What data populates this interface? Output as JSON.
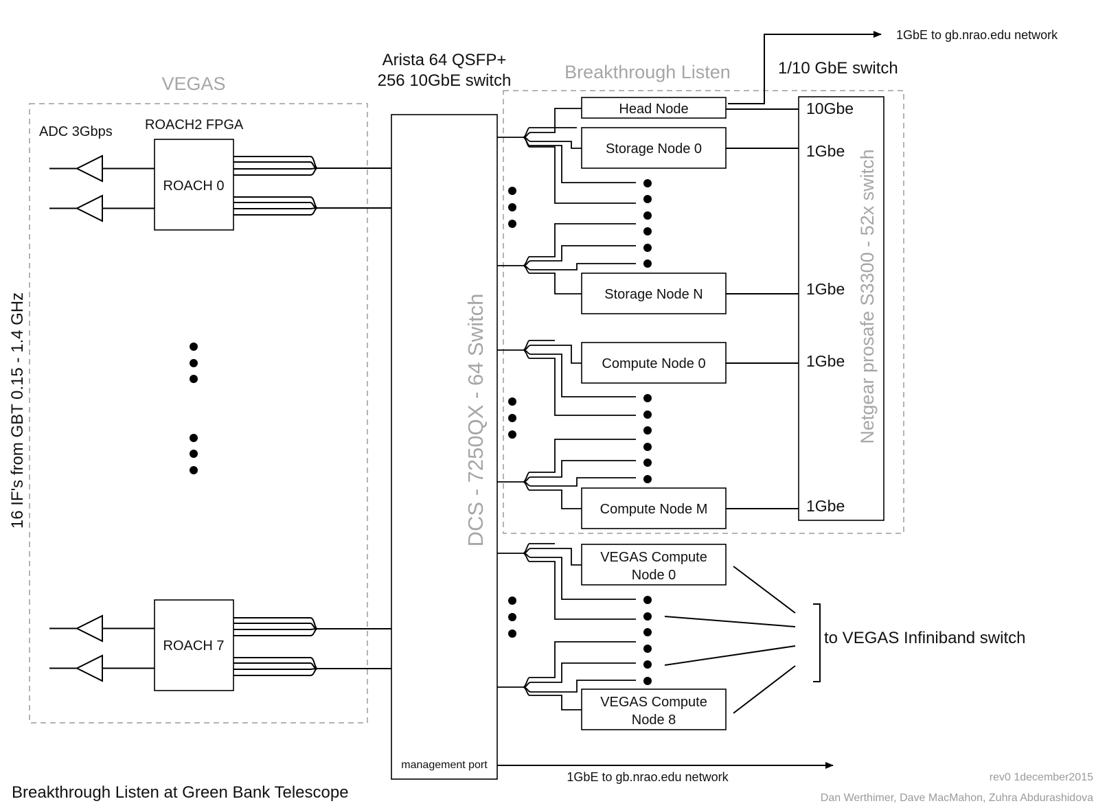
{
  "diagram": {
    "vegas_group_label": "VEGAS",
    "adc_label": "ADC 3Gbps",
    "roach2_label": "ROACH2 FPGA",
    "roach0_label": "ROACH 0",
    "roach7_label": "ROACH 7",
    "if_label": "16 IF's from GBT 0.15 - 1.4 GHz",
    "arista_line1": "Arista 64 QSFP+",
    "arista_line2": "256 10GbE switch",
    "dcs_label": "DCS - 7250QX - 64 Switch",
    "management_port": "management port",
    "mgmt_network_label": "1GbE to gb.nrao.edu network",
    "bl_group_label": "Breakthrough Listen",
    "gbe_switch_label": "1/10 GbE switch",
    "top_network_label": "1GbE to gb.nrao.edu network",
    "netgear_label": "Netgear prosafe S3300 - 52x switch",
    "head_node": "Head Node",
    "storage_node_0": "Storage Node 0",
    "storage_node_n": "Storage Node N",
    "compute_node_0": "Compute Node 0",
    "compute_node_m": "Compute Node M",
    "vegas_compute_0_line1": "VEGAS Compute",
    "vegas_compute_0_line2": "Node 0",
    "vegas_compute_8_line1": "VEGAS Compute",
    "vegas_compute_8_line2": "Node 8",
    "port_10gbe": "10Gbe",
    "port_1gbe_storage0": "1Gbe",
    "port_1gbe_storagen": "1Gbe",
    "port_1gbe_compute0": "1Gbe",
    "port_1gbe_computem": "1Gbe",
    "infiniband_label": "to VEGAS Infiniband switch",
    "footer_title": "Breakthrough Listen at Green Bank Telescope",
    "revision": "rev0 1december2015",
    "authors": "Dan Werthimer, Dave MacMahon, Zuhra Abdurashidova"
  }
}
